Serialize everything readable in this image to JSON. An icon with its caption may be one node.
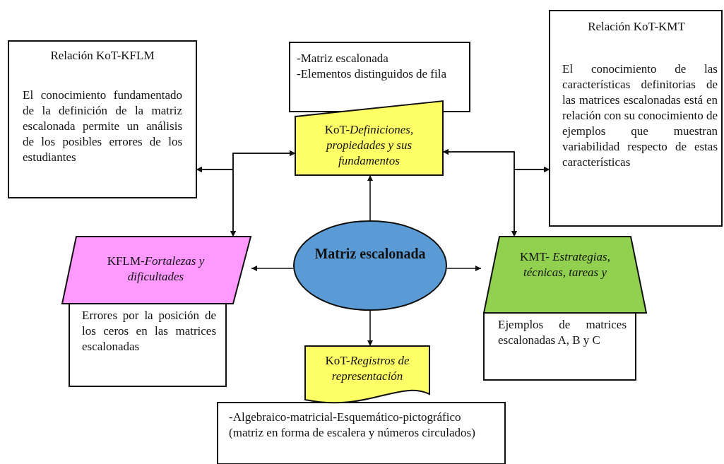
{
  "diagram": {
    "nodes": [
      {
        "text": [
          "Relación KoT-KFLM",
          "El conocimiento fundamentado de la definición de la matriz escalonada permite un análisis de los posibles errores de los estudiantes"
        ]
      },
      {
        "text": [
          "-Matriz escalonada",
          "-Elementos distinguidos de fila"
        ]
      },
      {
        "text": [
          "KoT-*Definiciones, propiedades y sus fundamentos*"
        ]
      },
      {
        "text": [
          "Relación KoT-KMT",
          "El conocimiento de las características definitorias de las matrices escalonadas está en relación con su conocimiento de ejemplos que muestran variabilidad respecto de estas características"
        ]
      },
      {
        "text": [
          "KFLM-*Fortalezas y dificultades*"
        ]
      },
      {
        "text": [
          "Matriz escalonada"
        ]
      },
      {
        "text": [
          "KMT- *Estrategias, técnicas, tareas y*"
        ]
      },
      {
        "text": [
          "Errores por la posición de los ceros en las matrices escalonadas"
        ]
      },
      {
        "text": [
          "Ejemplos de matrices escalonadas A, B y C"
        ]
      },
      {
        "text": [
          "KoT-*Registros de representación*"
        ]
      },
      {
        "text": [
          "-Algebraico-matricial-Esquemático-pictográfico (matriz en forma de escalera y números circulados)"
        ]
      }
    ],
    "edges": [
      {
        "from": 5,
        "to": 2,
        "arrow": "to"
      },
      {
        "from": 5,
        "to": 4,
        "arrow": "to"
      },
      {
        "from": 5,
        "to": 6,
        "arrow": "to"
      },
      {
        "from": 5,
        "to": 9,
        "arrow": "to"
      },
      {
        "from": 0,
        "to": 2,
        "arrow": "both"
      },
      {
        "from": 0,
        "to": 4,
        "arrow": "both"
      },
      {
        "from": 2,
        "to": 4,
        "arrow": "both"
      },
      {
        "from": 2,
        "to": 3,
        "arrow": "both"
      },
      {
        "from": 2,
        "to": 6,
        "arrow": "both"
      },
      {
        "from": 3,
        "to": 6,
        "arrow": "both"
      }
    ]
  }
}
